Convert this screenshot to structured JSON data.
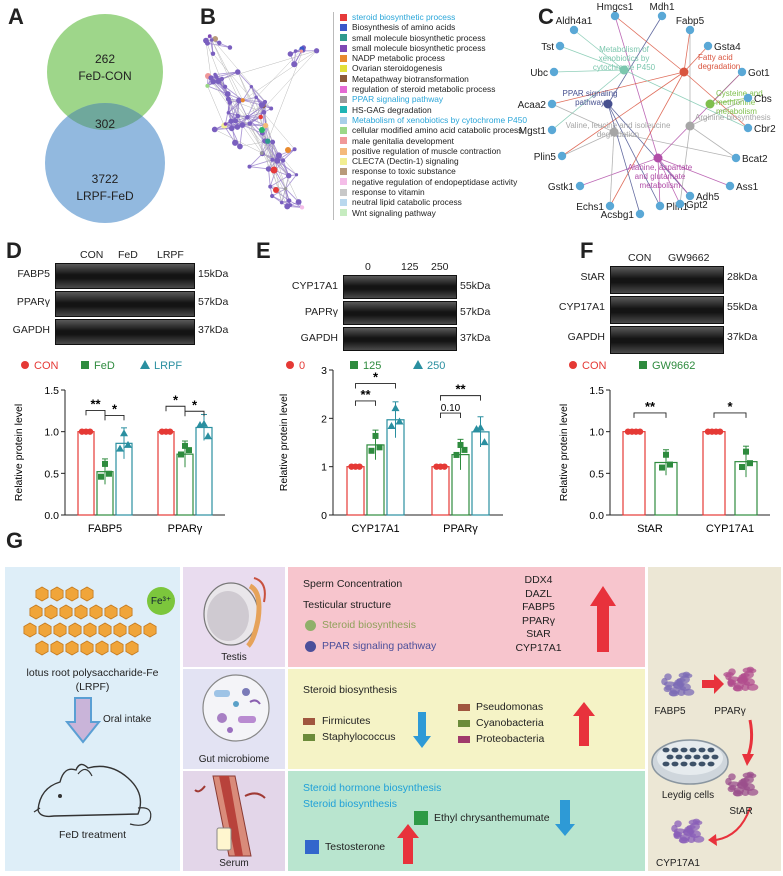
{
  "panels": {
    "A": {
      "label": "A",
      "venn": {
        "top_count": "262",
        "top_label": "FeD-CON",
        "overlap": "302",
        "bottom_count": "3722",
        "bottom_label": "LRPF-FeD"
      },
      "colors": {
        "top": "#93d17d",
        "bottom": "#8cb5dd",
        "overlap": "#6fa89c"
      }
    },
    "B": {
      "label": "B",
      "legend": [
        {
          "text": "steroid biosynthetic process",
          "color": "#e63a3a",
          "highlight": true
        },
        {
          "text": "Biosynthesis of amino acids",
          "color": "#3b58c9"
        },
        {
          "text": "small molecule biosynthetic process",
          "color": "#2f9a8e"
        },
        {
          "text": "small molecule biosynthetic process",
          "color": "#7e49b4"
        },
        {
          "text": "NADP metabolic process",
          "color": "#e88a2e"
        },
        {
          "text": "Ovarian steroidogenesis",
          "color": "#e3df39"
        },
        {
          "text": "Metapathway biotransformation",
          "color": "#8c5a3a"
        },
        {
          "text": "regulation of steroid metabolic process",
          "color": "#e46ad3"
        },
        {
          "text": "PPAR signaling pathway",
          "color": "#9a9a9a",
          "highlight": true
        },
        {
          "text": "HS-GAG degradation",
          "color": "#1fb4b4"
        },
        {
          "text": "Metabolism of xenobiotics by cytochrome P450",
          "color": "#a8cfe8",
          "highlight": true
        },
        {
          "text": "cellular modified amino acid catabolic process",
          "color": "#9bd887"
        },
        {
          "text": "male genitalia development",
          "color": "#f09898"
        },
        {
          "text": "positive regulation of muscle contraction",
          "color": "#f4b97a"
        },
        {
          "text": "CLEC7A (Dectin-1) signaling",
          "color": "#f2ee91"
        },
        {
          "text": "response to toxic substance",
          "color": "#b89a7a"
        },
        {
          "text": "negative regulation of endopeptidase activity",
          "color": "#f4bde8"
        },
        {
          "text": "response to vitamin",
          "color": "#c8c8c8"
        },
        {
          "text": "neutral lipid catabolic process",
          "color": "#b9d8ee"
        },
        {
          "text": "Wnt signaling pathway",
          "color": "#c6ecc0"
        }
      ]
    },
    "C": {
      "label": "C",
      "genes": [
        "Hmgcs1",
        "Mdh1",
        "Aldh4a1",
        "Fabp5",
        "Tst",
        "Gsta4",
        "Ubc",
        "Got1",
        "Acaa2",
        "Cbs",
        "Mgst1",
        "Cbr2",
        "Plin5",
        "Bcat2",
        "Gstk1",
        "Ass1",
        "Echs1",
        "Adh5",
        "Acsbg1",
        "Plin1",
        "Gpt2"
      ],
      "pathways": [
        {
          "text": "Metabolism of xenobiotics by cytochrome P450",
          "color": "#7cc7ae"
        },
        {
          "text": "Fatty acid degradation",
          "color": "#d9553f"
        },
        {
          "text": "PPAR signaling pathway",
          "color": "#46508f"
        },
        {
          "text": "Cysteine and methionine metabolism",
          "color": "#7fbf4d"
        },
        {
          "text": "Arginine biosynthesis",
          "color": "#a6a6a6"
        },
        {
          "text": "Valine, leucine and isoleucine degradation",
          "color": "#a6a6a6"
        },
        {
          "text": "Alanine, aspartate and glutamate metabolism",
          "color": "#b14ea8"
        }
      ]
    },
    "D": {
      "label": "D",
      "lanes": [
        "CON",
        "FeD",
        "LRPF"
      ],
      "bands": [
        {
          "name": "FABP5",
          "kda": "15kDa"
        },
        {
          "name": "PPARγ",
          "kda": "57kDa"
        },
        {
          "name": "GAPDH",
          "kda": "37kDa"
        }
      ],
      "legend": [
        {
          "text": "CON",
          "color": "#e53935",
          "marker": "circle"
        },
        {
          "text": "FeD",
          "color": "#2e8b3e",
          "marker": "square"
        },
        {
          "text": "LRPF",
          "color": "#2a8fa0",
          "marker": "triangle"
        }
      ]
    },
    "E": {
      "label": "E",
      "lanes": [
        "0",
        "125",
        "250"
      ],
      "bands": [
        {
          "name": "CYP17A1",
          "kda": "55kDa"
        },
        {
          "name": "PAPRγ",
          "kda": "57kDa"
        },
        {
          "name": "GAPDH",
          "kda": "37kDa"
        }
      ],
      "legend": [
        {
          "text": "0",
          "color": "#e53935",
          "marker": "circle"
        },
        {
          "text": "125",
          "color": "#2e8b3e",
          "marker": "square"
        },
        {
          "text": "250",
          "color": "#2a8fa0",
          "marker": "triangle"
        }
      ]
    },
    "F": {
      "label": "F",
      "lanes": [
        "CON",
        "GW9662"
      ],
      "bands": [
        {
          "name": "StAR",
          "kda": "28kDa"
        },
        {
          "name": "CYP17A1",
          "kda": "55kDa"
        },
        {
          "name": "GAPDH",
          "kda": "37kDa"
        }
      ],
      "legend": [
        {
          "text": "CON",
          "color": "#e53935",
          "marker": "circle"
        },
        {
          "text": "GW9662",
          "color": "#2e8b3e",
          "marker": "square"
        }
      ]
    },
    "G": {
      "label": "G",
      "left": {
        "caption": "lotus root polysaccharide-Fe\n(LRPF)",
        "fe_label": "Fe³⁺",
        "arrow_label": "Oral intake",
        "bottom_label": "FeD treatment"
      },
      "organs": [
        {
          "label": "Testis"
        },
        {
          "label": "Gut microbiome"
        },
        {
          "label": "Serum"
        }
      ],
      "testis_box": {
        "lines": [
          "Sperm Concentration",
          "Testicular structure"
        ],
        "bullets": [
          {
            "text": "Steroid biosynthesis",
            "color": "#8fb06a"
          },
          {
            "text": "PPAR signaling pathway",
            "color": "#4b4f9a"
          }
        ],
        "genes": [
          "DDX4",
          "DAZL",
          "FABP5",
          "PPARγ",
          "StAR",
          "CYP17A1"
        ]
      },
      "gut_box": {
        "title": "Steroid biosynthesis",
        "down": [
          {
            "text": "Firmicutes",
            "color": "#a0563f"
          },
          {
            "text": "Staphylococcus",
            "color": "#6b8b3a"
          }
        ],
        "up": [
          {
            "text": "Pseudomonas",
            "color": "#a0563f"
          },
          {
            "text": "Cyanobacteria",
            "color": "#6b8b3a"
          },
          {
            "text": "Proteobacteria",
            "color": "#a03a6b"
          }
        ]
      },
      "serum_box": {
        "lines": [
          "Steroid hormone biosynthesis",
          "Steroid biosynthesis"
        ],
        "down_item": {
          "text": "Ethyl chrysanthemumate",
          "color": "#2e9a46"
        },
        "up_item": {
          "text": "Testosterone",
          "color": "#3366cc"
        }
      },
      "right": {
        "proteins": [
          "FABP5",
          "PPARγ",
          "StAR",
          "CYP17A1"
        ],
        "cell_label": "Leydig cells"
      }
    }
  },
  "chart_data": [
    {
      "type": "bar",
      "panel": "D",
      "categories": [
        "FABP5",
        "PPARγ"
      ],
      "series": [
        {
          "name": "CON",
          "values": [
            1.0,
            1.0
          ]
        },
        {
          "name": "FeD",
          "values": [
            0.52,
            0.73
          ]
        },
        {
          "name": "LRPF",
          "values": [
            0.86,
            1.05
          ]
        }
      ],
      "ylabel": "Relative protein level",
      "ylim": [
        0,
        1.5
      ],
      "yticks": [
        0,
        0.5,
        1.0,
        1.5
      ],
      "annotations": [
        {
          "text": "**",
          "category": "FABP5",
          "pair": [
            0,
            1
          ]
        },
        {
          "text": "*",
          "category": "FABP5",
          "pair": [
            1,
            2
          ]
        },
        {
          "text": "*",
          "category": "PPARγ",
          "pair": [
            0,
            1
          ]
        },
        {
          "text": "*",
          "category": "PPARγ",
          "pair": [
            1,
            2
          ]
        }
      ]
    },
    {
      "type": "bar",
      "panel": "E",
      "categories": [
        "CYP17A1",
        "PPARγ"
      ],
      "series": [
        {
          "name": "0",
          "values": [
            1.0,
            1.0
          ]
        },
        {
          "name": "125",
          "values": [
            1.45,
            1.25
          ]
        },
        {
          "name": "250",
          "values": [
            1.97,
            1.72
          ]
        }
      ],
      "ylabel": "Relative protein level",
      "ylim": [
        0,
        3
      ],
      "yticks": [
        0,
        1,
        2,
        3
      ],
      "annotations": [
        {
          "text": "**",
          "category": "CYP17A1",
          "pair": [
            0,
            1
          ]
        },
        {
          "text": "*",
          "category": "CYP17A1",
          "pair": [
            0,
            2
          ]
        },
        {
          "text": "0.10",
          "category": "PPARγ",
          "pair": [
            0,
            1
          ]
        },
        {
          "text": "**",
          "category": "PPARγ",
          "pair": [
            0,
            2
          ]
        }
      ]
    },
    {
      "type": "bar",
      "panel": "F",
      "categories": [
        "StAR",
        "CYP17A1"
      ],
      "series": [
        {
          "name": "CON",
          "values": [
            1.0,
            1.0
          ]
        },
        {
          "name": "GW9662",
          "values": [
            0.63,
            0.64
          ]
        }
      ],
      "ylabel": "Relative protein level",
      "ylim": [
        0,
        1.5
      ],
      "yticks": [
        0,
        0.5,
        1.0,
        1.5
      ],
      "annotations": [
        {
          "text": "**",
          "category": "StAR",
          "pair": [
            0,
            1
          ]
        },
        {
          "text": "*",
          "category": "CYP17A1",
          "pair": [
            0,
            1
          ]
        }
      ]
    }
  ]
}
